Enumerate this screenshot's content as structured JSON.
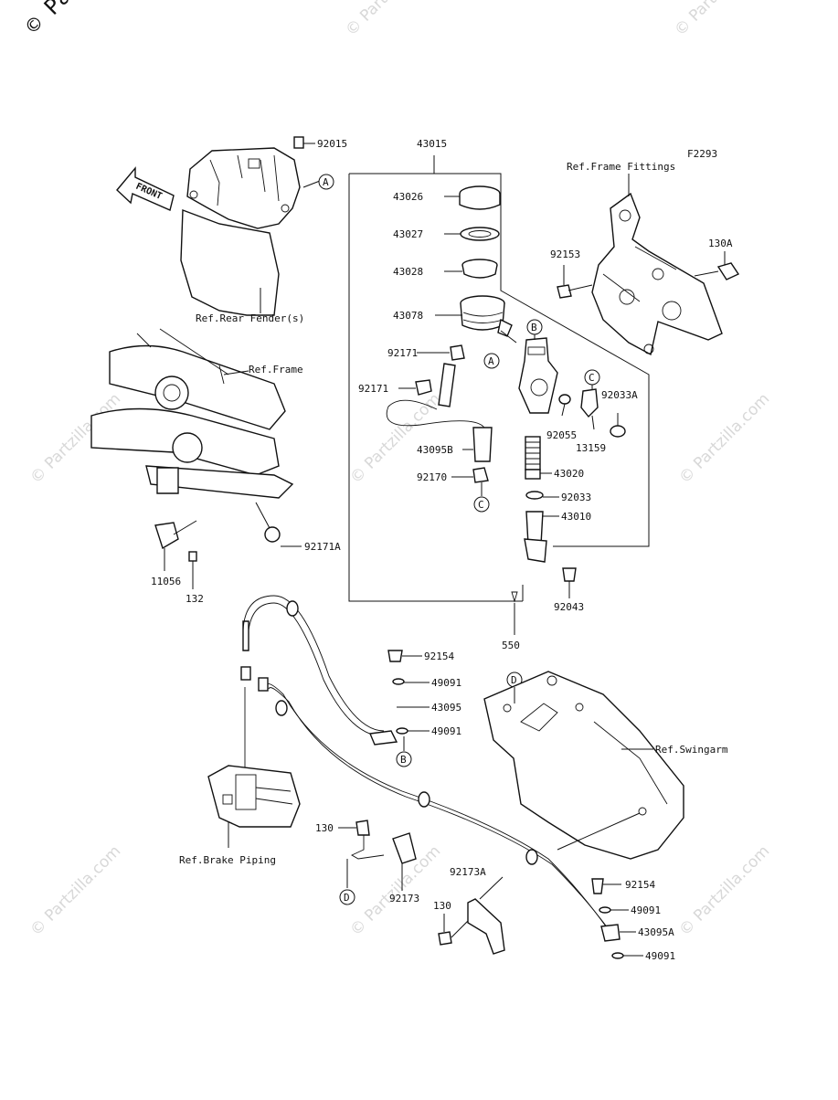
{
  "diagram_code": "F2293",
  "watermark": "© Partzilla.com",
  "corner_watermark": "© Pa",
  "front_arrow": "FRONT",
  "refs": {
    "rear_fender": "Ref.Rear Fender(s)",
    "frame": "Ref.Frame",
    "frame_fittings": "Ref.Frame Fittings",
    "swingarm": "Ref.Swingarm",
    "brake_piping": "Ref.Brake Piping"
  },
  "assembly_label": "43015",
  "callouts": {
    "a": "A",
    "b": "B",
    "c": "C",
    "d": "D"
  },
  "parts": {
    "p92015": "92015",
    "p43026": "43026",
    "p43027": "43027",
    "p43028": "43028",
    "p43078": "43078",
    "p92171_top": "92171",
    "p92171_mid": "92171",
    "p43095B": "43095B",
    "p92170": "92170",
    "p92171A": "92171A",
    "p11056": "11056",
    "p132": "132",
    "p92153": "92153",
    "p130A": "130A",
    "p92055": "92055",
    "p92033A": "92033A",
    "p13159": "13159",
    "p43020": "43020",
    "p92033": "92033",
    "p43010": "43010",
    "p92043": "92043",
    "p550": "550",
    "p92154_top": "92154",
    "p49091_1": "49091",
    "p43095": "43095",
    "p49091_2": "49091",
    "p130_left": "130",
    "p92173": "92173",
    "p92173A": "92173A",
    "p130_bottom": "130",
    "p92154_bottom": "92154",
    "p49091_3": "49091",
    "p43095A": "43095A",
    "p49091_4": "49091"
  }
}
